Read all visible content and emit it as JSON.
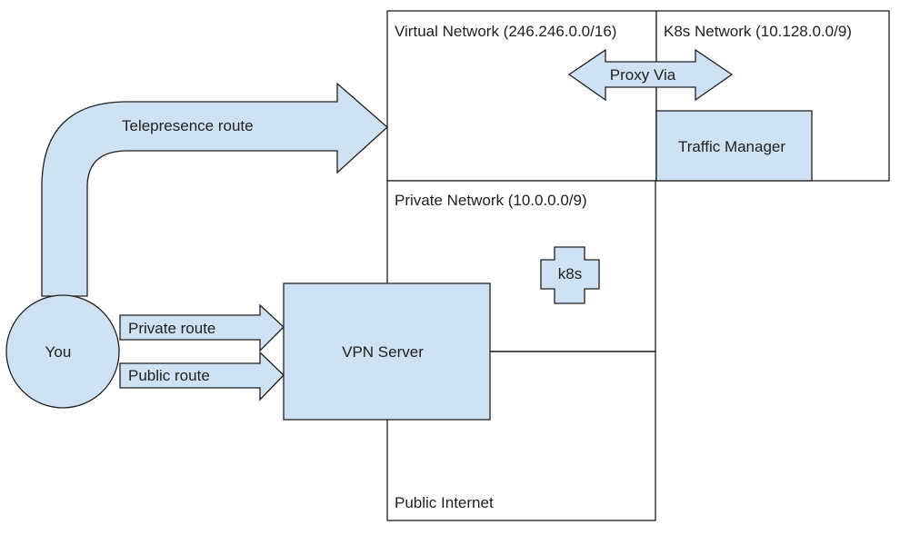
{
  "regions": {
    "virtual_network": "Virtual Network (246.246.0.0/16)",
    "k8s_network": "K8s Network (10.128.0.0/9)",
    "private_network": "Private Network (10.0.0.0/9)",
    "public_internet": "Public Internet"
  },
  "nodes": {
    "you": "You",
    "vpn_server": "VPN Server",
    "traffic_manager": "Traffic Manager",
    "k8s": "k8s"
  },
  "arrows": {
    "telepresence_route": "Telepresence route",
    "proxy_via": "Proxy Via",
    "private_route": "Private route",
    "public_route": "Public route"
  },
  "colors": {
    "shape_fill": "#cfe2f3",
    "stroke": "#1f1f1f",
    "background": "#ffffff"
  }
}
